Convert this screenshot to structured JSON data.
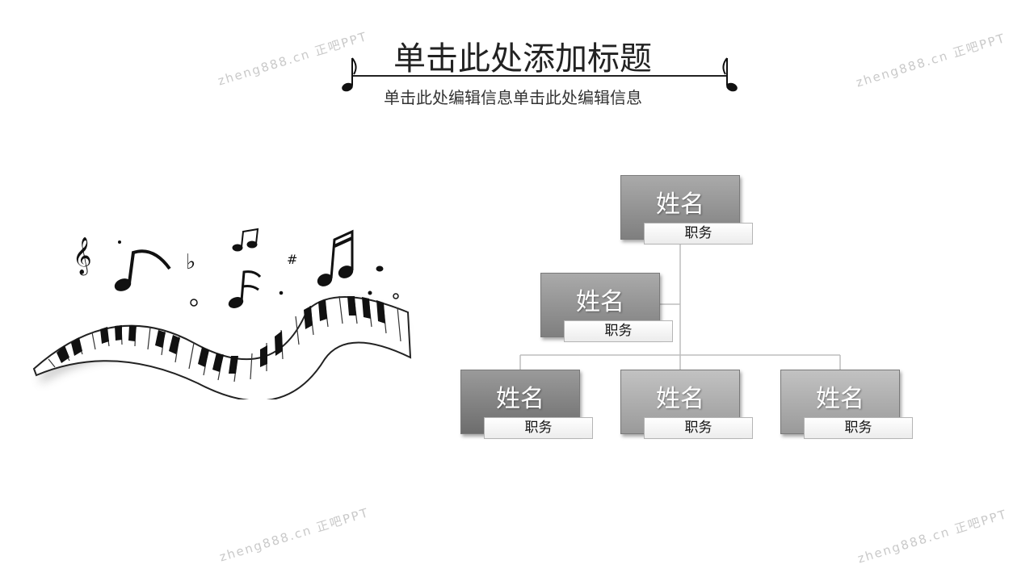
{
  "slide": {
    "title": "单击此处添加标题",
    "subtitle": "单击此处编辑信息单击此处编辑信息"
  },
  "watermark_text": "zheng888.cn 正吧PPT",
  "org_chart": {
    "nodes": [
      {
        "id": "top",
        "name": "姓名",
        "role": "职务"
      },
      {
        "id": "assistant",
        "name": "姓名",
        "role": "职务"
      },
      {
        "id": "sub-left",
        "name": "姓名",
        "role": "职务"
      },
      {
        "id": "sub-middle",
        "name": "姓名",
        "role": "职务"
      },
      {
        "id": "sub-right",
        "name": "姓名",
        "role": "职务"
      }
    ]
  },
  "colors": {
    "node_dark": "#6d6d6d",
    "node_light": "#9a9a9a",
    "connector": "#bdbdbd",
    "watermark": "#c9c9c9"
  }
}
